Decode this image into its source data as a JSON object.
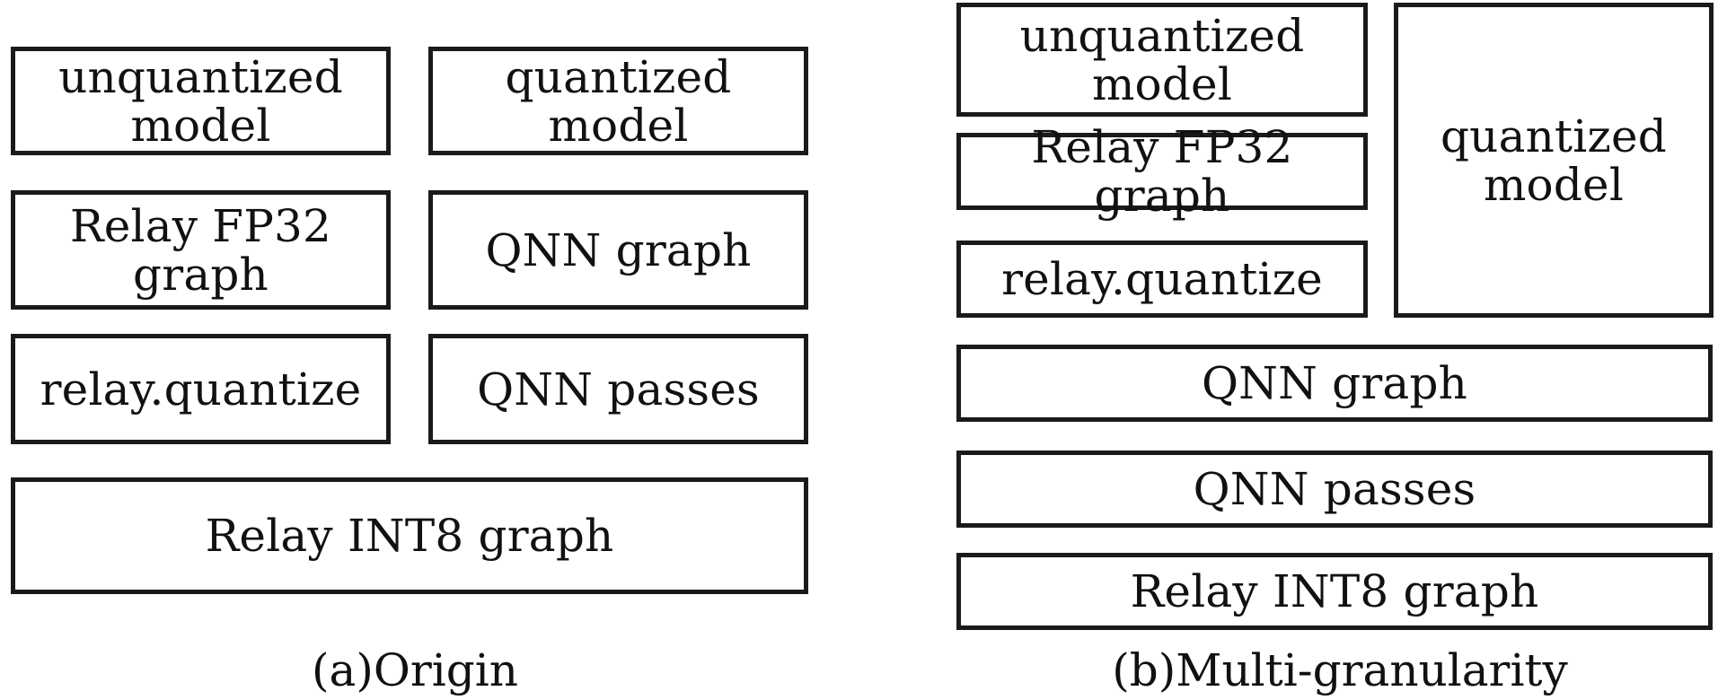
{
  "panel_a": {
    "caption": "(a)Origin",
    "unquantized_model": "unquantized\nmodel",
    "quantized_model": "quantized\nmodel",
    "relay_fp32_graph": "Relay FP32\ngraph",
    "qnn_graph": "QNN graph",
    "relay_quantize": "relay.quantize",
    "qnn_passes": "QNN passes",
    "relay_int8_graph": "Relay INT8 graph"
  },
  "panel_b": {
    "caption": "(b)Multi-granularity",
    "unquantized_model": "unquantized\nmodel",
    "relay_fp32_graph": "Relay FP32 graph",
    "relay_quantize": "relay.quantize",
    "quantized_model": "quantized\nmodel",
    "qnn_graph": "QNN graph",
    "qnn_passes": "QNN passes",
    "relay_int8_graph": "Relay INT8 graph"
  }
}
